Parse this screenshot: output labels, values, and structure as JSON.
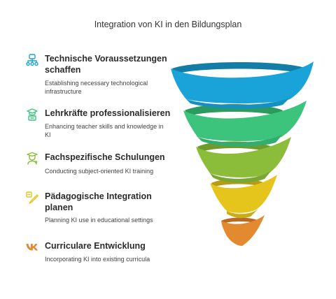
{
  "title": "Integration von KI in den Bildungsplan",
  "items": [
    {
      "heading": "Technische Voraussetzungen schaffen",
      "description": "Establishing necessary technological infrastructure",
      "icon": "network-gear-icon",
      "color": "#1aa3d9"
    },
    {
      "heading": "Lehrkräfte professionalisieren",
      "description": "Enhancing teacher skills and knowledge in KI",
      "icon": "teacher-board-icon",
      "color": "#3cc47c"
    },
    {
      "heading": "Fachspezifische Schulungen",
      "description": "Conducting subject-oriented KI training",
      "icon": "graduate-icon",
      "color": "#8bbd3a"
    },
    {
      "heading": "Pädagogische Integration planen",
      "description": "Planning KI use in educational settings",
      "icon": "pencil-plan-icon",
      "color": "#e5c51c"
    },
    {
      "heading": "Curriculare Entwicklung",
      "description": "Incorporating KI into existing curricula",
      "icon": "vk-logo-icon",
      "color": "#e3892f"
    }
  ]
}
